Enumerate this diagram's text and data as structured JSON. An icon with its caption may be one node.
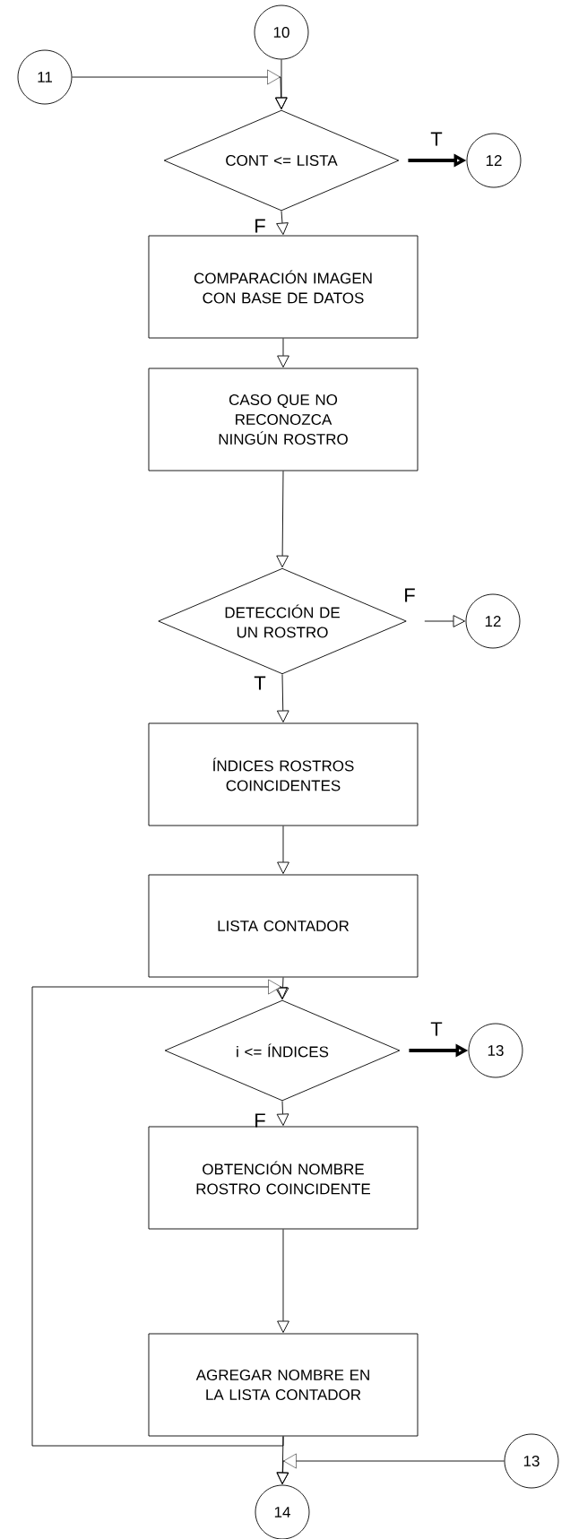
{
  "diagram": {
    "nodes": [
      {
        "text": [
          "10"
        ]
      },
      {
        "text": [
          "11"
        ]
      },
      {
        "text": [
          "CONT <= LISTA"
        ]
      },
      {
        "text": [
          "12"
        ]
      },
      {
        "text": [
          "COMPARACIÓN IMAGEN CON BASE DE DATOS"
        ]
      },
      {
        "text": [
          "CASO QUE NO RECONOZCA NINGÚN ROSTRO"
        ]
      },
      {
        "text": [
          "DETECCIÓN DE UN ROSTRO"
        ]
      },
      {
        "text": [
          "12"
        ]
      },
      {
        "text": [
          "ÍNDICES ROSTROS COINCIDENTES"
        ]
      },
      {
        "text": [
          "LISTA CONTADOR"
        ]
      },
      {
        "text": [
          "i <= ÍNDICES"
        ]
      },
      {
        "text": [
          "13"
        ]
      },
      {
        "text": [
          "OBTENCIÓN NOMBRE ROSTRO COINCIDENTE"
        ]
      },
      {
        "text": [
          "AGREGAR NOMBRE EN LA LISTA CONTADOR"
        ]
      },
      {
        "text": [
          "13"
        ]
      },
      {
        "text": [
          "14"
        ]
      }
    ],
    "edges": [
      {
        "from": 0,
        "to": 2,
        "arrow": "to"
      },
      {
        "from": 1,
        "to": 2,
        "arrow": "to"
      },
      {
        "from": 2,
        "to": 3,
        "arrow": "to",
        "label": "T",
        "style": "thick"
      },
      {
        "from": 2,
        "to": 4,
        "arrow": "to",
        "label": "F"
      },
      {
        "from": 4,
        "to": 5,
        "arrow": "to"
      },
      {
        "from": 5,
        "to": 6,
        "arrow": "to"
      },
      {
        "from": 6,
        "to": 7,
        "arrow": "to",
        "label": "F"
      },
      {
        "from": 6,
        "to": 8,
        "arrow": "to",
        "label": "T"
      },
      {
        "from": 8,
        "to": 9,
        "arrow": "to"
      },
      {
        "from": 9,
        "to": 10,
        "arrow": "to"
      },
      {
        "from": 13,
        "to": 10,
        "arrow": "to"
      },
      {
        "from": 10,
        "to": 11,
        "arrow": "to",
        "label": "T",
        "style": "thick"
      },
      {
        "from": 10,
        "to": 12,
        "arrow": "to",
        "label": "F"
      },
      {
        "from": 12,
        "to": 13,
        "arrow": "to"
      },
      {
        "from": 13,
        "to": 15,
        "arrow": "to"
      },
      {
        "from": 14,
        "to": 15,
        "arrow": "to"
      }
    ]
  }
}
